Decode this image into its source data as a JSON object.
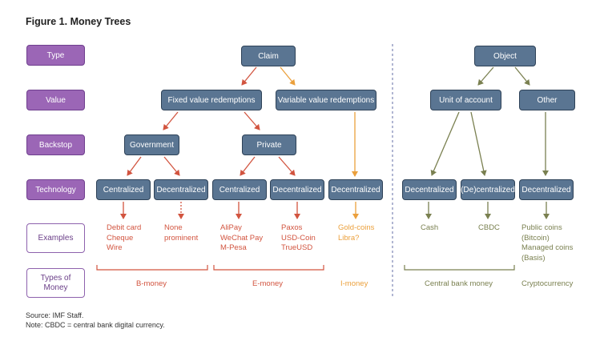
{
  "title": "Figure 1. Money Trees",
  "row_labels": {
    "type": "Type",
    "value": "Value",
    "backstop": "Backstop",
    "technology": "Technology",
    "examples": "Examples",
    "types_of_money": "Types of Money"
  },
  "nodes": {
    "claim": "Claim",
    "object": "Object",
    "fixed_value": "Fixed value redemptions",
    "variable_value": "Variable value redemptions",
    "unit_of_account": "Unit of account",
    "other": "Other",
    "government": "Government",
    "private": "Private",
    "tech_centralized_gov": "Centralized",
    "tech_decentralized_gov": "Decentralized",
    "tech_centralized_priv": "Centralized",
    "tech_decentralized_priv": "Decentralized",
    "tech_decentralized_var": "Decentralized",
    "tech_decentralized_cash": "Decentralized",
    "tech_decentralized_cbdc": "(De)centralized",
    "tech_decentralized_other": "Decentralized"
  },
  "examples": {
    "debit_card": "Debit card\nCheque\nWire",
    "none_prominent": "None\nprominent",
    "alipay": "AliPay\nWeChat Pay\nM-Pesa",
    "paxos": "Paxos\nUSD-Coin\nTrueUSD",
    "gold_coins": "Gold-coins\nLibra?",
    "cash": "Cash",
    "cbdc": "CBDC",
    "public_coins": "Public coins\n(Bitcoin)\nManaged coins\n(Basis)"
  },
  "money_types": {
    "b_money": "B-money",
    "e_money": "E-money",
    "i_money": "I-money",
    "central_bank": "Central bank money",
    "crypto": "Cryptocurrency"
  },
  "footnotes": {
    "source": "Source: IMF Staff.",
    "note": "Note: CBDC = central bank digital currency."
  },
  "colors": {
    "row_label_fill": "#9b66b6",
    "node_fill": "#5a7592",
    "claim_arrow": "#d2543f",
    "variable_arrow": "#eba03c",
    "object_arrow": "#7a8050"
  }
}
